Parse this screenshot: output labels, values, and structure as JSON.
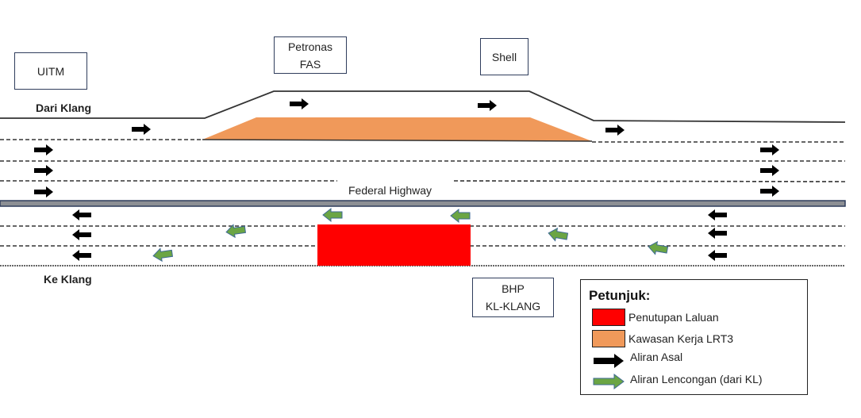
{
  "title": "Federal Highway lane closure and traffic diversion diagram",
  "landmarks": {
    "uitm": "UITM",
    "petronas_line1": "Petronas",
    "petronas_line2": "FAS",
    "shell": "Shell",
    "bhp_line1": "BHP",
    "bhp_line2": "KL-KLANG"
  },
  "road_labels": {
    "from_klang": "Dari Klang",
    "to_klang": "Ke Klang",
    "highway_name": "Federal Highway"
  },
  "legend": {
    "title": "Petunjuk:",
    "items": [
      {
        "label": "Penutupan Laluan",
        "type": "swatch",
        "color": "#ff0000"
      },
      {
        "label": "Kawasan Kerja LRT3",
        "type": "swatch",
        "color": "#f0995a"
      },
      {
        "label": "Aliran Asal",
        "type": "arrow",
        "color": "#000000"
      },
      {
        "label": "Aliran Lencongan (dari KL)",
        "type": "arrow",
        "color": "#6ba544"
      }
    ]
  },
  "colors": {
    "closure": "#ff0000",
    "work_zone": "#f0995a",
    "original_flow": "#000000",
    "diversion_flow": "#6ba544",
    "diversion_outline": "#3e6a94",
    "median": "#8c8f94",
    "median_border": "#2f3d5c"
  }
}
